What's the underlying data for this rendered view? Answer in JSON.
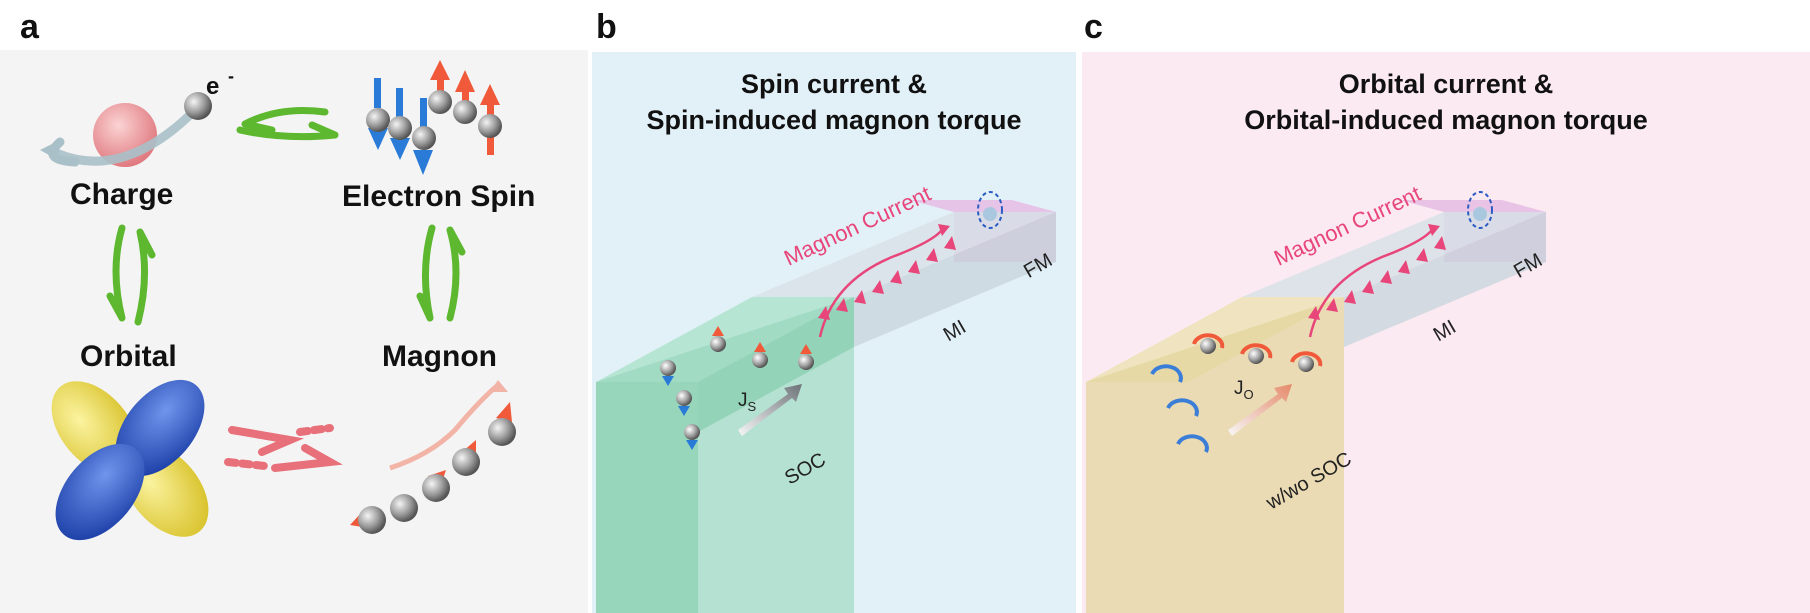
{
  "panels": {
    "a": {
      "letter": "a",
      "labels": {
        "charge": "Charge",
        "electron_spin": "Electron Spin",
        "orbital": "Orbital",
        "magnon": "Magnon",
        "electron": "e"
      }
    },
    "b": {
      "letter": "b",
      "title_line1": "Spin current &",
      "title_line2": "Spin-induced magnon torque",
      "magnon_current": "Magnon Current",
      "label_fm": "FM",
      "label_mi": "MI",
      "label_soc": "SOC",
      "current_label": "J",
      "current_sub": "S"
    },
    "c": {
      "letter": "c",
      "title_line1": "Orbital current &",
      "title_line2": "Orbital-induced magnon torque",
      "magnon_current": "Magnon Current",
      "label_fm": "FM",
      "label_mi": "MI",
      "label_soc": "w/wo SOC",
      "current_label": "J",
      "current_sub": "O"
    }
  },
  "colors": {
    "panel_a_bg": "#f4f4f4",
    "panel_b_bg": "#e2f1f8",
    "panel_c_bg": "#fbeaf1",
    "arrow_green": "#5db830",
    "arrow_red": "#e8707a",
    "spin_up": "#f05a3a",
    "spin_down": "#2a7bd8",
    "magnon_pink": "#e8457a",
    "soc_green": "#8fd3b5",
    "soc_tan": "#e3d49a",
    "fm_purple": "#d9a8d8",
    "mi_gray": "#d4dde4",
    "orbital_blue": "#2f5fd0",
    "orbital_yellow": "#f2e04a"
  },
  "icons": {
    "charge": "orbiting-electron-icon",
    "spin": "spin-up-down-icon",
    "orbital": "d-orbital-icon",
    "magnon": "spin-wave-icon"
  }
}
